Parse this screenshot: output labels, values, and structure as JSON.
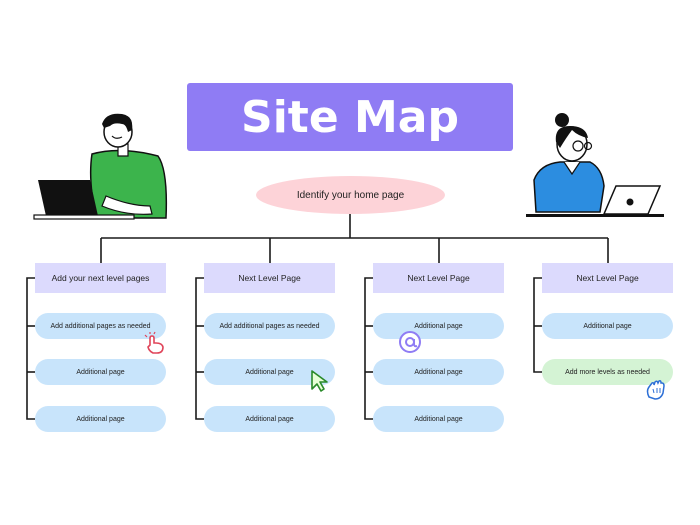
{
  "title": "Site Map",
  "home": "Identify your home page",
  "columns": [
    {
      "header": "Add your next level pages",
      "items": [
        "Add additional pages as needed",
        "Additional page",
        "Additional page"
      ]
    },
    {
      "header": "Next Level Page",
      "items": [
        "Add additional pages as needed",
        "Additional page",
        "Additional page"
      ]
    },
    {
      "header": "Next Level Page",
      "items": [
        "Additional page",
        "Additional page",
        "Additional page"
      ]
    },
    {
      "header": "Next Level Page",
      "items": [
        "Additional page",
        "Add more levels as needed"
      ]
    }
  ],
  "colors": {
    "title_bg": "#8f7cf4",
    "home_bg": "#fdd3d8",
    "header_bg": "#dcdafd",
    "page_bg": "#c8e4fb",
    "last_level_bg": "#d4f3d4"
  },
  "icons": [
    "man-with-laptop-illustration",
    "woman-with-laptop-illustration",
    "hand-pointer-icon",
    "at-sign-icon",
    "cursor-arrow-icon",
    "waving-hand-icon"
  ]
}
